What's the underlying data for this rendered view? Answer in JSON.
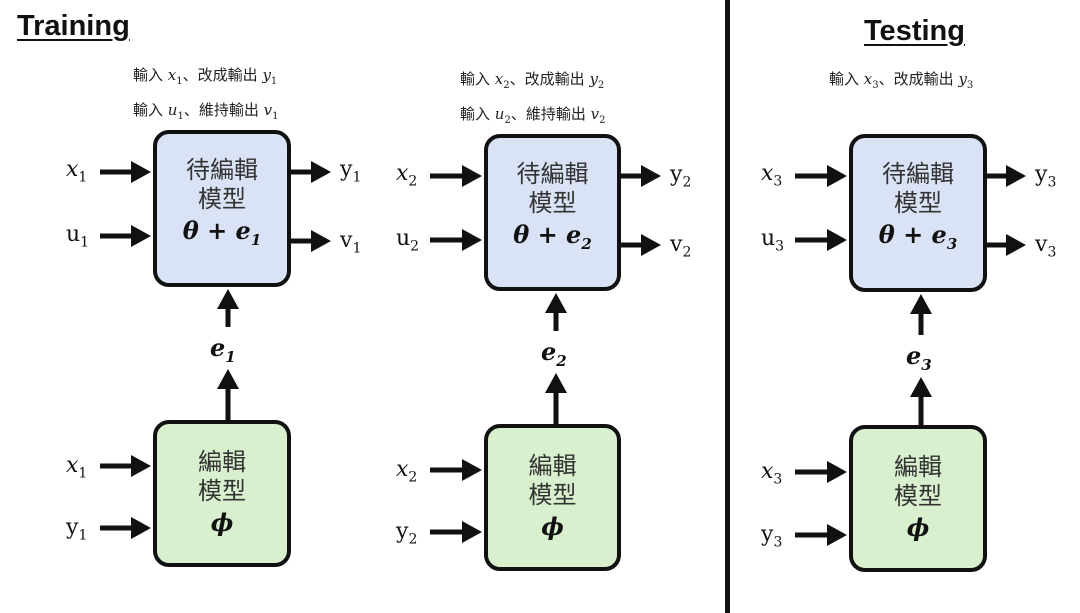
{
  "sections": {
    "training": "Training",
    "testing": "Testing"
  },
  "columns": [
    {
      "cap1": {
        "pre": "輸入",
        "v": "x",
        "s": "1",
        "mid": "、改成輸出",
        "o": "y",
        "os": "1"
      },
      "cap2": {
        "pre": "輸入",
        "v": "u",
        "s": "1",
        "mid": "、維持輸出",
        "o": "v",
        "os": "1"
      },
      "target": {
        "name1": "待編輯",
        "name2": "模型",
        "param": "θ + e",
        "param_sub": "1"
      },
      "target_inputs": [
        {
          "v": "x",
          "s": "1"
        },
        {
          "v": "u",
          "s": "1"
        }
      ],
      "target_outputs": [
        {
          "v": "y",
          "s": "1"
        },
        {
          "v": "v",
          "s": "1"
        }
      ],
      "e": {
        "v": "e",
        "s": "1"
      },
      "editor": {
        "name1": "編輯",
        "name2": "模型",
        "param": "ϕ"
      },
      "editor_inputs": [
        {
          "v": "x",
          "s": "1"
        },
        {
          "v": "y",
          "s": "1"
        }
      ]
    },
    {
      "cap1": {
        "pre": "輸入",
        "v": "x",
        "s": "2",
        "mid": "、改成輸出",
        "o": "y",
        "os": "2"
      },
      "cap2": {
        "pre": "輸入",
        "v": "u",
        "s": "2",
        "mid": "、維持輸出",
        "o": "v",
        "os": "2"
      },
      "target": {
        "name1": "待編輯",
        "name2": "模型",
        "param": "θ + e",
        "param_sub": "2"
      },
      "target_inputs": [
        {
          "v": "x",
          "s": "2"
        },
        {
          "v": "u",
          "s": "2"
        }
      ],
      "target_outputs": [
        {
          "v": "y",
          "s": "2"
        },
        {
          "v": "v",
          "s": "2"
        }
      ],
      "e": {
        "v": "e",
        "s": "2"
      },
      "editor": {
        "name1": "編輯",
        "name2": "模型",
        "param": "ϕ"
      },
      "editor_inputs": [
        {
          "v": "x",
          "s": "2"
        },
        {
          "v": "y",
          "s": "2"
        }
      ]
    },
    {
      "cap1": {
        "pre": "輸入",
        "v": "x",
        "s": "3",
        "mid": "、改成輸出",
        "o": "y",
        "os": "3"
      },
      "target": {
        "name1": "待編輯",
        "name2": "模型",
        "param": "θ + e",
        "param_sub": "3"
      },
      "target_inputs": [
        {
          "v": "x",
          "s": "3"
        },
        {
          "v": "u",
          "s": "3"
        }
      ],
      "target_outputs": [
        {
          "v": "y",
          "s": "3"
        },
        {
          "v": "v",
          "s": "3"
        }
      ],
      "e": {
        "v": "e",
        "s": "3"
      },
      "editor": {
        "name1": "編輯",
        "name2": "模型",
        "param": "ϕ"
      },
      "editor_inputs": [
        {
          "v": "x",
          "s": "3"
        },
        {
          "v": "y",
          "s": "3"
        }
      ]
    }
  ]
}
